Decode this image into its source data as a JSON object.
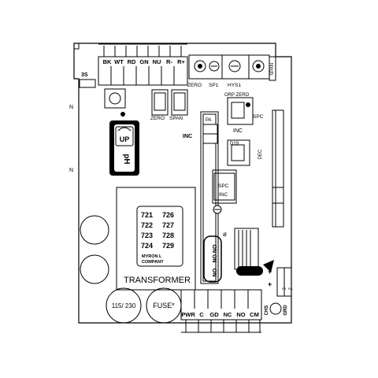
{
  "top_terminals": [
    "BK",
    "WT",
    "RD",
    "GN",
    "NU",
    "R-",
    "R+"
  ],
  "bottom_terminals": [
    "PWR",
    "C",
    "GD",
    "NC",
    "NO",
    "CM"
  ],
  "trim_labels": {
    "zero": "ZERO",
    "sp1": "SP1",
    "hys1": "HYS1",
    "span": "SPAN"
  },
  "left_labels": {
    "board_id": "3S",
    "side_n": "N"
  },
  "dip_labels": {
    "zero": "ZERO",
    "span": "SPAN"
  },
  "switch_labels": {
    "up": "UP",
    "ph": "pH"
  },
  "inc_label": "INC",
  "pa_label": "PA",
  "orp_zero": "ORP ZERO",
  "spc": "SPC",
  "inc2": "INC",
  "d19": "D19",
  "dec": "DEC",
  "box_spc": "SPC",
  "box_inc": "INC",
  "relay_label": "ON ON",
  "relay_label2": "ON",
  "side_label": "CHS",
  "grd_label": "GRD",
  "small_labels": {
    "pa": "PA",
    "ra": "RA"
  },
  "models": [
    "721",
    "722",
    "723",
    "724",
    "726",
    "727",
    "728",
    "729"
  ],
  "company": [
    "MYRON L",
    "COMPANY"
  ],
  "transformer": "TRANSFORMER",
  "voltage": "115/ 230",
  "fuse": "FUSE*",
  "plus": "+",
  "minus": "−",
  "phi": "ø"
}
